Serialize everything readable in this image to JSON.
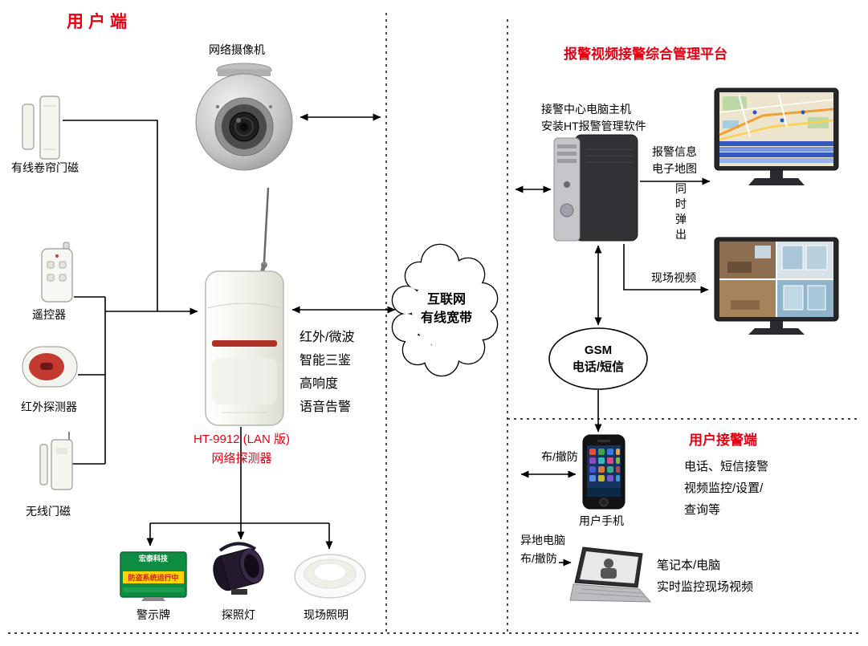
{
  "colors": {
    "accent_red": "#e60012",
    "line_black": "#000000",
    "sign_green": "#0e8c42",
    "sign_yellow": "#ffd200"
  },
  "left": {
    "title": "用户端",
    "camera_label": "网络摄像机",
    "shutter_magnet_label": "有线卷帘门磁",
    "remote_label": "遥控器",
    "ir_label": "红外探测器",
    "door_magnet_label": "无线门磁",
    "detector_features": "红外/微波\n智能三鉴\n高响度\n语音告警",
    "detector_model": "HT-9912 (LAN 版)\n网络探测器",
    "sign_label": "警示牌",
    "sign_brand": "宏泰科技",
    "sign_banner": "防盗系统运行中",
    "searchlight_label": "探照灯",
    "lighting_label": "现场照明"
  },
  "cloud": {
    "text": "互联网\n有线宽带"
  },
  "platform": {
    "title": "报警视频接警综合管理平台",
    "pc_label": "接警中心电脑主机\n安装HT报警管理软件",
    "alarm_info": "报警信息\n电子地图",
    "simultaneous": "同\n时\n弹\n出",
    "live_video": "现场视频",
    "gsm": "GSM\n电话/短信"
  },
  "receiver": {
    "title": "用户接警端",
    "arm_disarm": "布/撤防",
    "phone_label": "用户手机",
    "description": "电话、短信接警\n视频监控/设置/\n查询等",
    "remote_pc": "异地电脑\n布/撤防",
    "laptop_label": "笔记本/电脑\n实时监控现场视频"
  }
}
